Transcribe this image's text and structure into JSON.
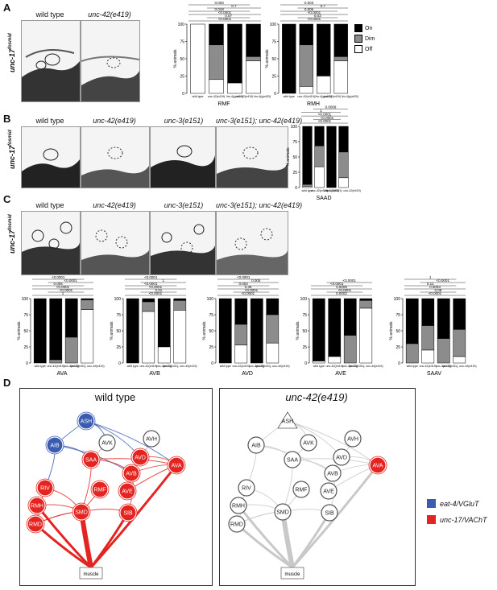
{
  "panels": {
    "A": "A",
    "B": "B",
    "C": "C",
    "D": "D"
  },
  "reporter": "unc-17",
  "reporter_sup": "fosmid",
  "micro": {
    "A": [
      "wild type",
      "unc-42(e419)"
    ],
    "B": [
      "wild type",
      "unc-42(e419)",
      "unc-3(e151)",
      "unc-3(e151); unc-42(e419)"
    ],
    "C": [
      "wild type",
      "unc-42(e419)",
      "unc-3(e151)",
      "unc-3(e151); unc-42(e419)"
    ]
  },
  "legend_states": [
    "On",
    "Dim",
    "Off"
  ],
  "colors": {
    "on": "#000000",
    "dim": "#8c8c8c",
    "off": "#ffffff",
    "glut": "#3a5bb0",
    "acht": "#e32420",
    "gray": "#c8c8c8"
  },
  "chart_data": [
    {
      "type": "bar",
      "title": "RMF",
      "ylabel": "% animals",
      "ylim": [
        0,
        100
      ],
      "yticks": [
        0,
        25,
        50,
        75,
        100
      ],
      "categories": [
        "wild type",
        "unc-42(e419)",
        "lim-4(yju403)",
        "unc-42(e419) lim-4(yju403)"
      ],
      "series": [
        {
          "name": "On",
          "values": [
            0,
            30,
            85,
            47
          ]
        },
        {
          "name": "Dim",
          "values": [
            0,
            50,
            0,
            6
          ]
        },
        {
          "name": "Off",
          "values": [
            100,
            20,
            15,
            47
          ]
        }
      ],
      "pvalues": [
        "<0.0001",
        "0.07",
        "<0.0001",
        "0.018",
        "0.7",
        "0.003"
      ]
    },
    {
      "type": "bar",
      "title": "RMH",
      "ylabel": "% animals",
      "ylim": [
        0,
        100
      ],
      "yticks": [
        0,
        25,
        50,
        75,
        100
      ],
      "categories": [
        "wild type",
        "unc-42(e419)",
        "lim-4(yju403)",
        "unc-42(e419) lim-4(yju403)"
      ],
      "series": [
        {
          "name": "On",
          "values": [
            100,
            30,
            75,
            47
          ]
        },
        {
          "name": "Dim",
          "values": [
            0,
            60,
            0,
            6
          ]
        },
        {
          "name": "Off",
          "values": [
            0,
            10,
            25,
            47
          ]
        }
      ],
      "pvalues": [
        "<0.0001",
        "0.03",
        "<0.0001",
        "0.006",
        "0.7",
        "0.003"
      ]
    },
    {
      "type": "bar",
      "title": "SAAD",
      "ylabel": "% animals",
      "ylim": [
        0,
        100
      ],
      "yticks": [
        0,
        25,
        50,
        75,
        100
      ],
      "categories": [
        "wild type",
        "unc-42(e419)",
        "unc-3(e151)",
        "unc-3(e151); unc-42(e419)"
      ],
      "series": [
        {
          "name": "On",
          "values": [
            95,
            32,
            100,
            42
          ]
        },
        {
          "name": "Dim",
          "values": [
            3,
            34,
            0,
            42
          ]
        },
        {
          "name": "Off",
          "values": [
            2,
            34,
            0,
            16
          ]
        }
      ],
      "pvalues": [
        "<0.0001",
        "<0.0001",
        "<0.0001",
        "1",
        "0.0009"
      ]
    },
    {
      "type": "bar",
      "title": "AVA",
      "ylabel": "% animals",
      "ylim": [
        0,
        100
      ],
      "yticks": [
        0,
        25,
        50,
        75,
        100
      ],
      "categories": [
        "wild type",
        "unc-42(e419)",
        "unc-3(e151)",
        "unc-3(e151); unc-42(e419)"
      ],
      "series": [
        {
          "name": "On",
          "values": [
            100,
            95,
            60,
            2
          ]
        },
        {
          "name": "Dim",
          "values": [
            0,
            5,
            40,
            15
          ]
        },
        {
          "name": "Off",
          "values": [
            0,
            0,
            0,
            83
          ]
        }
      ],
      "pvalues": [
        "1",
        "<0.0001",
        "<0.0001",
        "0.005",
        "<0.0001",
        "<0.0001"
      ]
    },
    {
      "type": "bar",
      "title": "AVB",
      "ylabel": "% animals",
      "ylim": [
        0,
        100
      ],
      "yticks": [
        0,
        25,
        50,
        75,
        100
      ],
      "categories": [
        "wild type",
        "unc-42(e419)",
        "unc-3(e151)",
        "unc-3(e151); unc-42(e419)"
      ],
      "series": [
        {
          "name": "On",
          "values": [
            100,
            5,
            75,
            3
          ]
        },
        {
          "name": "Dim",
          "values": [
            0,
            15,
            0,
            15
          ]
        },
        {
          "name": "Off",
          "values": [
            0,
            80,
            25,
            82
          ]
        }
      ],
      "pvalues": [
        "<0.0001",
        "0.01",
        "<0.0001",
        "<0.0001",
        "1",
        "<0.0001"
      ]
    },
    {
      "type": "bar",
      "title": "AVD",
      "ylabel": "% animals",
      "ylim": [
        0,
        100
      ],
      "yticks": [
        0,
        25,
        50,
        75,
        100
      ],
      "categories": [
        "wild type",
        "unc-42(e419)",
        "unc-3(e151)",
        "unc-3(e151); unc-42(e419)"
      ],
      "series": [
        {
          "name": "On",
          "values": [
            100,
            40,
            100,
            25
          ]
        },
        {
          "name": "Dim",
          "values": [
            0,
            32,
            0,
            44
          ]
        },
        {
          "name": "Off",
          "values": [
            0,
            28,
            0,
            31
          ]
        }
      ],
      "pvalues": [
        "<0.0001",
        "<0.0001",
        "0.36",
        "0.003",
        "0.005",
        "<0.0001"
      ]
    },
    {
      "type": "bar",
      "title": "AVE",
      "ylabel": "% animals",
      "ylim": [
        0,
        100
      ],
      "yticks": [
        0,
        25,
        50,
        75,
        100
      ],
      "categories": [
        "wild type",
        "unc-42(e419)",
        "unc-3(e151)",
        "unc-3(e151); unc-42(e419)"
      ],
      "series": [
        {
          "name": "On",
          "values": [
            97,
            90,
            57,
            3
          ]
        },
        {
          "name": "Dim",
          "values": [
            0,
            0,
            43,
            12
          ]
        },
        {
          "name": "Off",
          "values": [
            3,
            10,
            0,
            85
          ]
        }
      ],
      "pvalues": [
        "0.0002",
        "<0.0001",
        "0.0009",
        "<0.0001",
        "<0.0001"
      ]
    },
    {
      "type": "bar",
      "title": "SAAV",
      "ylabel": "% animals",
      "ylim": [
        0,
        100
      ],
      "yticks": [
        0,
        25,
        50,
        75,
        100
      ],
      "categories": [
        "wild type",
        "unc-42(e419)",
        "unc-3(e151)",
        "unc-3(e151); unc-42(e419)"
      ],
      "series": [
        {
          "name": "On",
          "values": [
            70,
            42,
            62,
            48
          ]
        },
        {
          "name": "Dim",
          "values": [
            30,
            38,
            38,
            42
          ]
        },
        {
          "name": "Off",
          "values": [
            0,
            20,
            0,
            10
          ]
        }
      ],
      "pvalues": [
        "<0.0001",
        "0.08",
        "0.0003",
        "0.11",
        "<0.0001",
        "1"
      ]
    }
  ],
  "network": {
    "wt_title": "wild type",
    "mut_title": "unc-42(e419)",
    "muscle": "muscle",
    "wt_nodes": [
      {
        "id": "ASH",
        "type": "glut"
      },
      {
        "id": "AIB",
        "type": "glut"
      },
      {
        "id": "AVK",
        "type": "none"
      },
      {
        "id": "AVH",
        "type": "none"
      },
      {
        "id": "SAA",
        "type": "acht"
      },
      {
        "id": "AVD",
        "type": "acht"
      },
      {
        "id": "AVA",
        "type": "acht"
      },
      {
        "id": "AVB",
        "type": "acht"
      },
      {
        "id": "RIV",
        "type": "acht"
      },
      {
        "id": "RMF",
        "type": "acht"
      },
      {
        "id": "AVE",
        "type": "acht"
      },
      {
        "id": "RMH",
        "type": "acht"
      },
      {
        "id": "SMD",
        "type": "acht"
      },
      {
        "id": "SIB",
        "type": "acht"
      },
      {
        "id": "RMD",
        "type": "acht"
      }
    ],
    "mut_nodes": [
      {
        "id": "ASH",
        "type": "none"
      },
      {
        "id": "AIB",
        "type": "none"
      },
      {
        "id": "AVK",
        "type": "none"
      },
      {
        "id": "AVH",
        "type": "none"
      },
      {
        "id": "SAA",
        "type": "none"
      },
      {
        "id": "AVD",
        "type": "none"
      },
      {
        "id": "AVA",
        "type": "acht"
      },
      {
        "id": "AVB",
        "type": "none"
      },
      {
        "id": "RIV",
        "type": "none"
      },
      {
        "id": "RMF",
        "type": "none"
      },
      {
        "id": "AVE",
        "type": "none"
      },
      {
        "id": "RMH",
        "type": "none"
      },
      {
        "id": "SMD",
        "type": "none"
      },
      {
        "id": "SIB",
        "type": "none"
      },
      {
        "id": "RMD",
        "type": "none"
      }
    ],
    "legend": [
      {
        "label": "eat-4/VGluT",
        "color": "#3a5bb0"
      },
      {
        "label": "unc-17/VAChT",
        "color": "#e32420"
      }
    ]
  }
}
